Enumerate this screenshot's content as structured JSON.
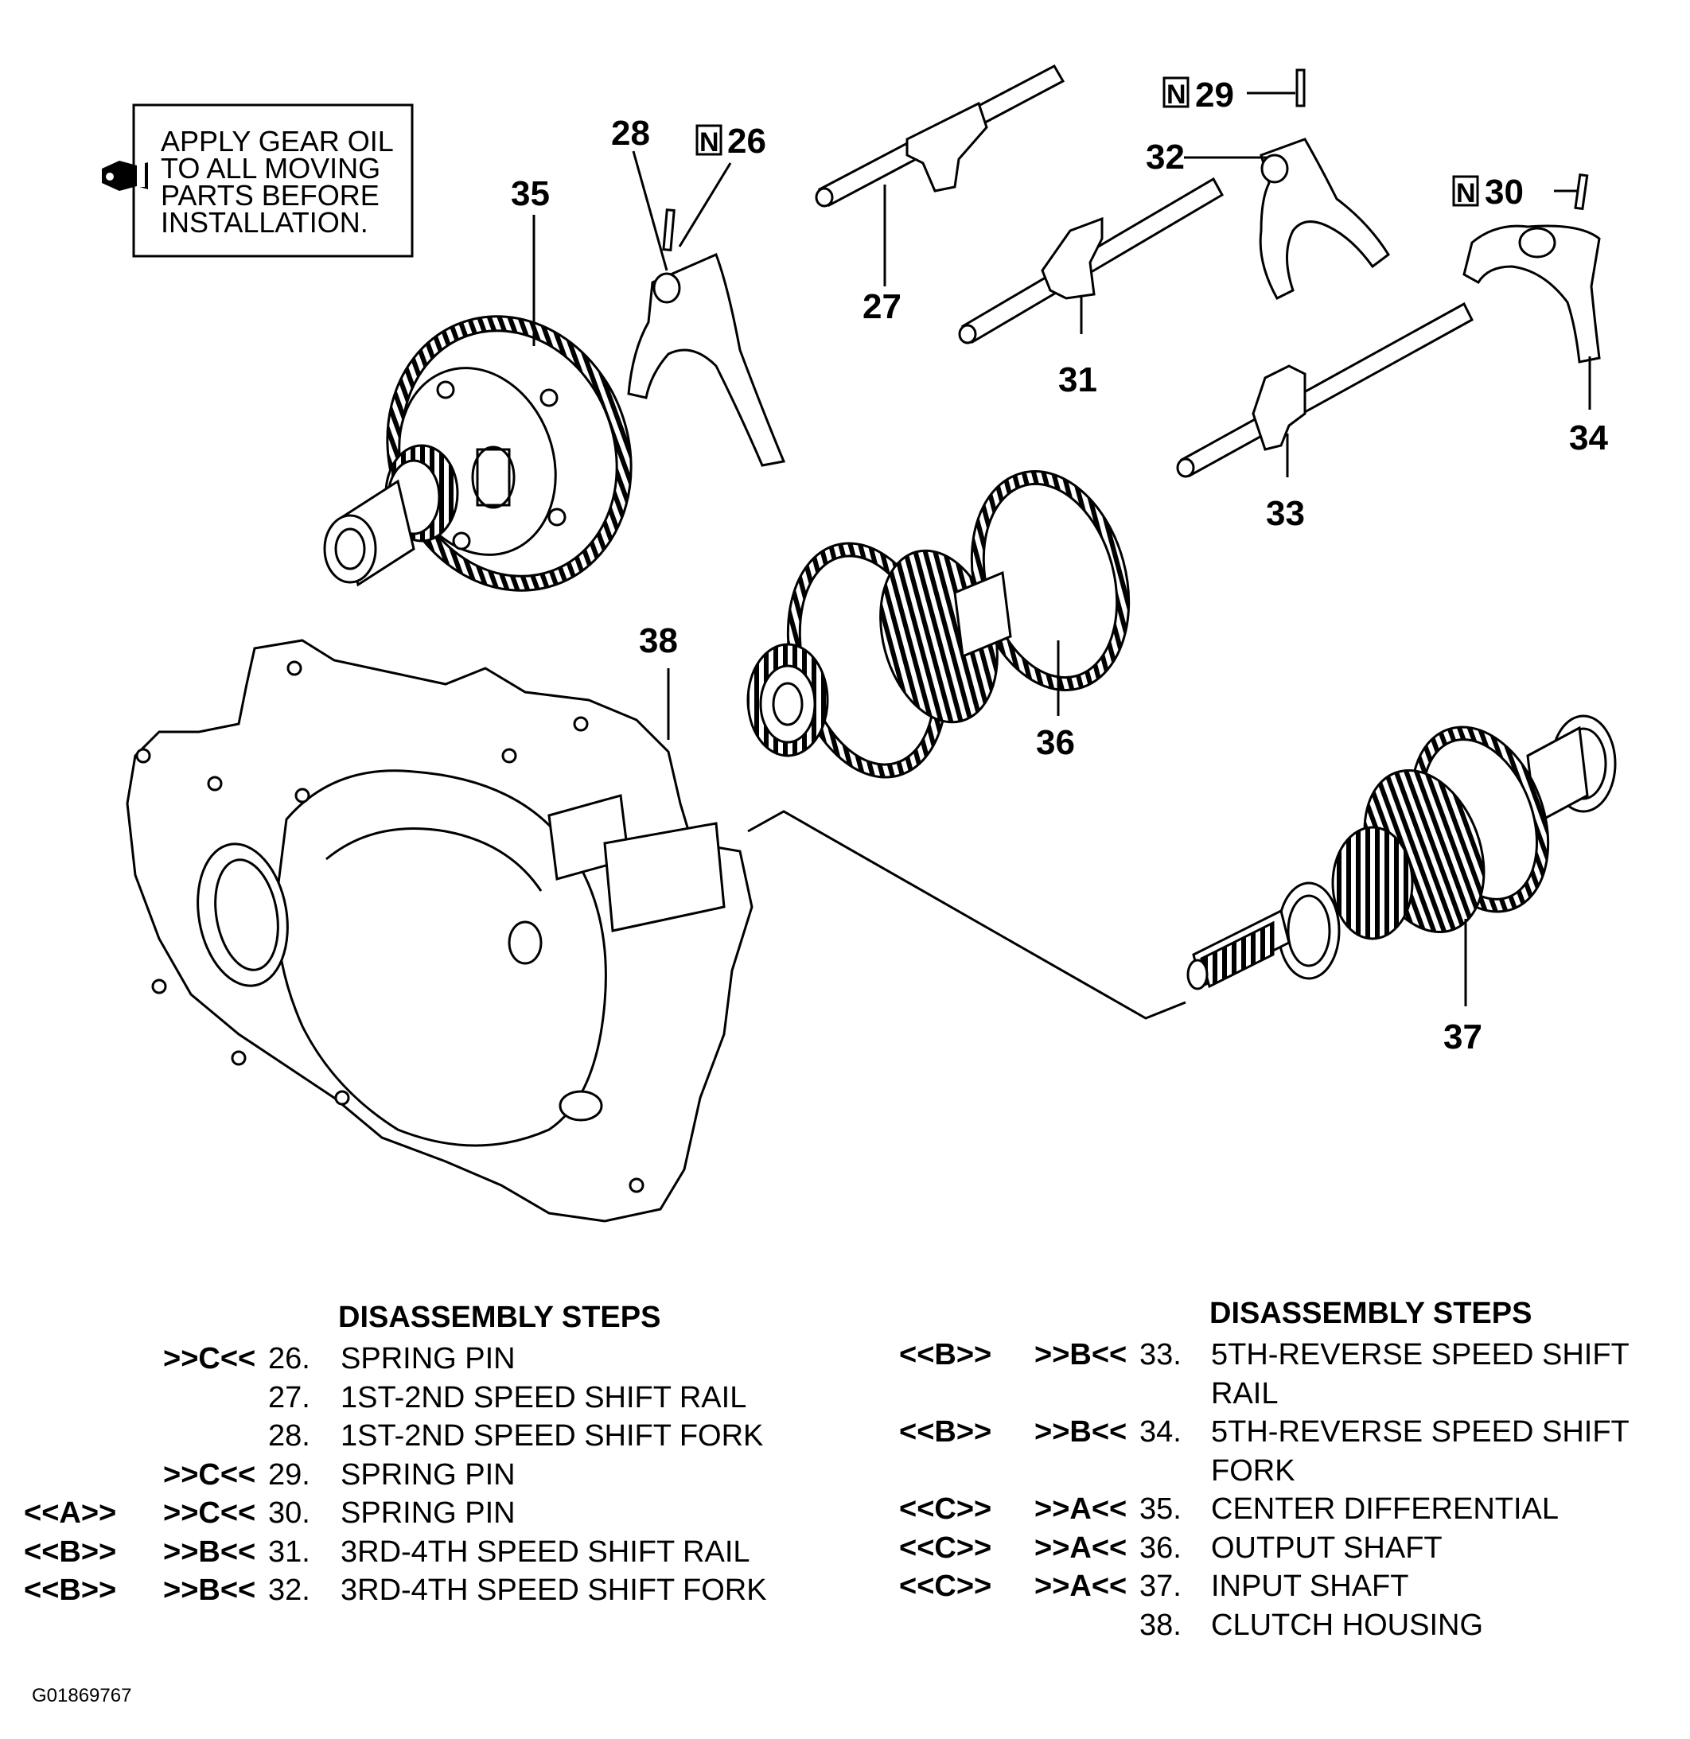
{
  "note": {
    "lines": [
      "APPLY GEAR OIL",
      "TO ALL MOVING",
      "PARTS BEFORE",
      "INSTALLATION."
    ],
    "icon": "oil-can-icon"
  },
  "callouts": {
    "c26": "26",
    "c27": "27",
    "c28": "28",
    "c29": "29",
    "c30": "30",
    "c31": "31",
    "c32": "32",
    "c33": "33",
    "c34": "34",
    "c35": "35",
    "c36": "36",
    "c37": "37",
    "c38": "38",
    "new_part_mark": "N"
  },
  "steps_left": {
    "heading": "DISASSEMBLY STEPS",
    "rows": [
      {
        "m1": "",
        "m2": ">>C<<",
        "num": "26.",
        "text": "SPRING PIN"
      },
      {
        "m1": "",
        "m2": "",
        "num": "27.",
        "text": "1ST-2ND SPEED SHIFT RAIL"
      },
      {
        "m1": "",
        "m2": "",
        "num": "28.",
        "text": "1ST-2ND SPEED SHIFT FORK"
      },
      {
        "m1": "",
        "m2": ">>C<<",
        "num": "29.",
        "text": "SPRING PIN"
      },
      {
        "m1": "<<A>>",
        "m2": ">>C<<",
        "num": "30.",
        "text": "SPRING PIN"
      },
      {
        "m1": "<<B>>",
        "m2": ">>B<<",
        "num": "31.",
        "text": "3RD-4TH SPEED SHIFT RAIL"
      },
      {
        "m1": "<<B>>",
        "m2": ">>B<<",
        "num": "32.",
        "text": "3RD-4TH SPEED SHIFT FORK"
      }
    ]
  },
  "steps_right": {
    "heading": "DISASSEMBLY STEPS",
    "rows": [
      {
        "m1": "<<B>>",
        "m2": ">>B<<",
        "num": "33.",
        "text": "5TH-REVERSE SPEED SHIFT",
        "cont": "RAIL"
      },
      {
        "m1": "<<B>>",
        "m2": ">>B<<",
        "num": "34.",
        "text": "5TH-REVERSE SPEED SHIFT",
        "cont": "FORK"
      },
      {
        "m1": "<<C>>",
        "m2": ">>A<<",
        "num": "35.",
        "text": "CENTER DIFFERENTIAL",
        "cont": ""
      },
      {
        "m1": "<<C>>",
        "m2": ">>A<<",
        "num": "36.",
        "text": "OUTPUT SHAFT",
        "cont": ""
      },
      {
        "m1": "<<C>>",
        "m2": ">>A<<",
        "num": "37.",
        "text": "INPUT SHAFT",
        "cont": ""
      },
      {
        "m1": "",
        "m2": "",
        "num": "38.",
        "text": "CLUTCH HOUSING",
        "cont": ""
      }
    ]
  },
  "figure_id": "G01869767"
}
